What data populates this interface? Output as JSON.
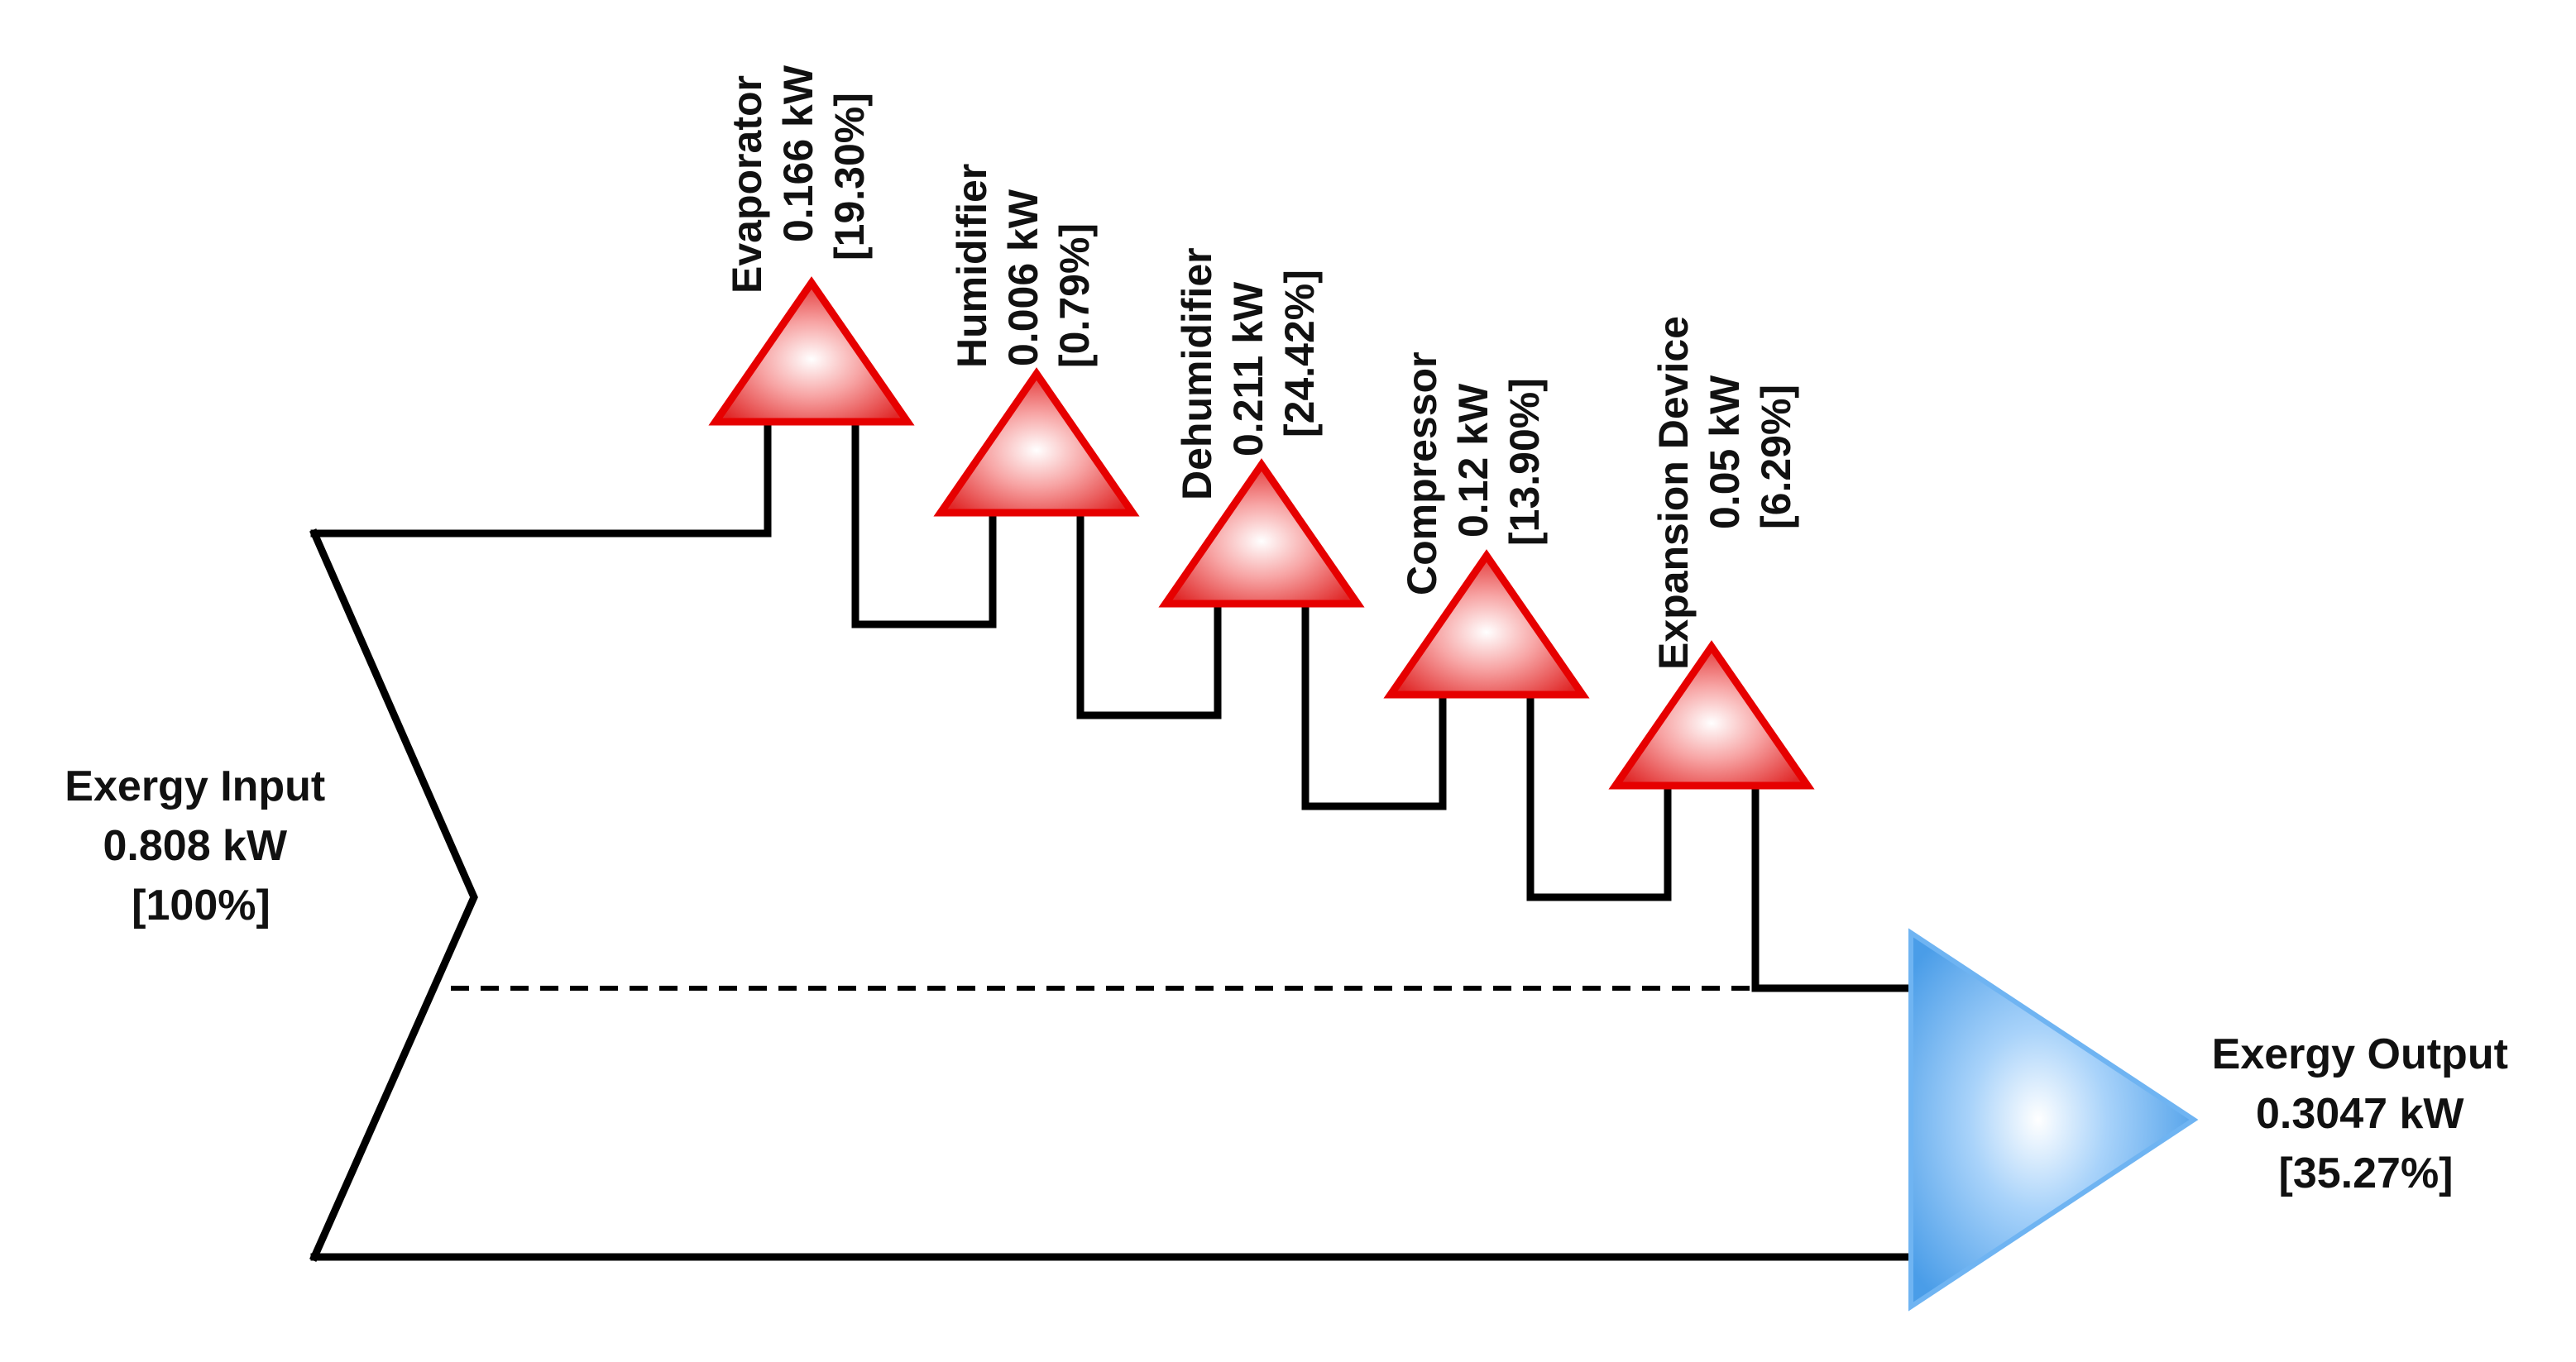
{
  "input": {
    "name": "Exergy Input",
    "value": "0.808 kW",
    "percent": "[100%]"
  },
  "output": {
    "name": "Exergy Output",
    "value": "0.3047 kW",
    "percent": "[35.27%]"
  },
  "losses": [
    {
      "name": "Evaporator",
      "value": "0.166 kW",
      "percent": "[19.30%]"
    },
    {
      "name": "Humidifier",
      "value": "0.006 kW",
      "percent": "[0.79%]"
    },
    {
      "name": "Dehumidifier",
      "value": "0.211 kW",
      "percent": "[24.42%]"
    },
    {
      "name": "Compressor",
      "value": "0.12 kW",
      "percent": "[13.90%]"
    },
    {
      "name": "Expansion Device",
      "value": "0.05 kW",
      "percent": "[6.29%]"
    }
  ],
  "colors": {
    "loss_fill": "#f03c3c",
    "loss_stroke": "#e60000",
    "output_fill": "#5aa8f0",
    "line": "#000000"
  }
}
